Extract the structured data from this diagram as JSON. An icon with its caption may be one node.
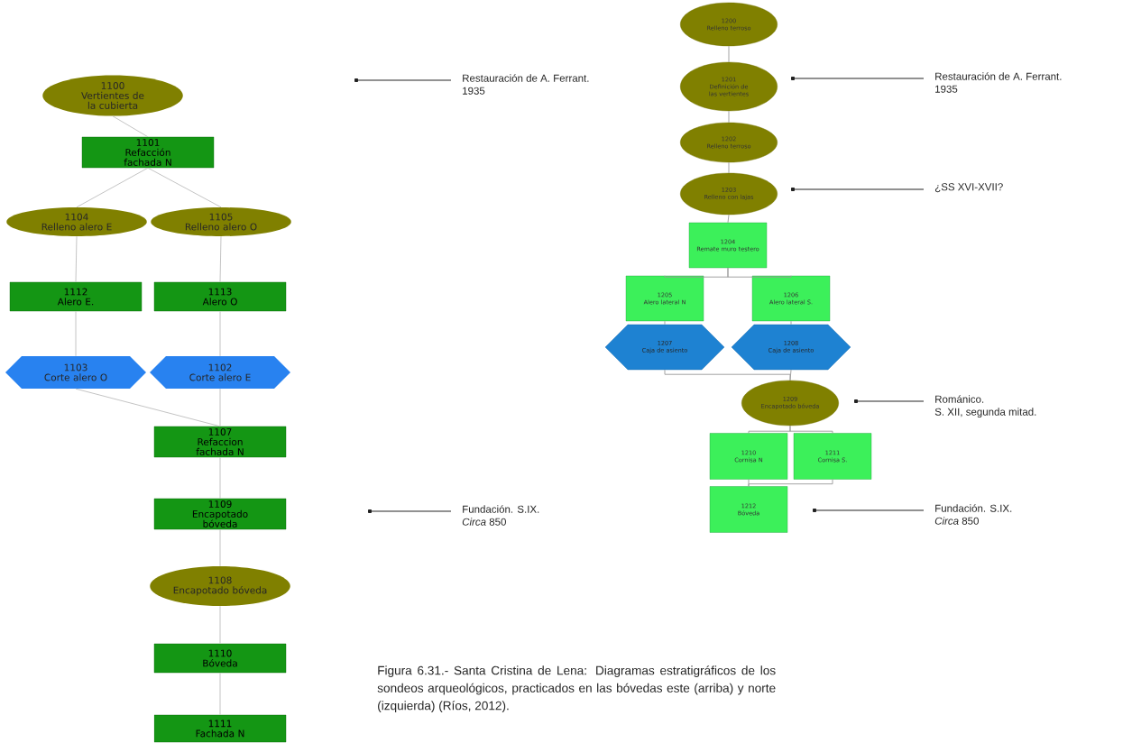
{
  "diagram": {
    "caption": "Figura 6.31.- Santa Cristina de Lena: Diagramas estratigráficos de los sondeos arqueológicos, practicados en las bóvedas este (arriba) y norte (izquierda) (Ríos, 2012).",
    "nodes": [
      {
        "text": [
          "1100",
          "Vertientes de la cubierta"
        ]
      },
      {
        "text": [
          "1101",
          "Refacción fachada N"
        ]
      },
      {
        "text": [
          "1104",
          "Relleno alero E"
        ]
      },
      {
        "text": [
          "1105",
          "Relleno alero O"
        ]
      },
      {
        "text": [
          "1112",
          "Alero E."
        ]
      },
      {
        "text": [
          "1113",
          "Alero O"
        ]
      },
      {
        "text": [
          "1103",
          "Corte alero O"
        ]
      },
      {
        "text": [
          "1102",
          "Corte alero E"
        ]
      },
      {
        "text": [
          "1107",
          "Refaccion fachada N"
        ]
      },
      {
        "text": [
          "1109",
          "Encapotado bóveda"
        ]
      },
      {
        "text": [
          "1108",
          "Encapotado bóveda"
        ]
      },
      {
        "text": [
          "1110",
          "Bóveda"
        ]
      },
      {
        "text": [
          "1111",
          "Fachada N"
        ]
      },
      {
        "text": [
          "Restauración de A. Ferrant.",
          "1935"
        ]
      },
      {
        "text": [
          "Fundación. S.IX.",
          "*Circa* 850"
        ]
      },
      {
        "text": [
          "1200",
          "Relleno terroso"
        ]
      },
      {
        "text": [
          "1201",
          "Definición de las vertientes"
        ]
      },
      {
        "text": [
          "1202",
          "Relleno terroso"
        ]
      },
      {
        "text": [
          "1203",
          "Relleno con lajas"
        ]
      },
      {
        "text": [
          "1204",
          "Remate muro testero"
        ]
      },
      {
        "text": [
          "1205",
          "Alero lateral N"
        ]
      },
      {
        "text": [
          "1206",
          "Alero lateral S."
        ]
      },
      {
        "text": [
          "1207",
          "Caja de asiento"
        ]
      },
      {
        "text": [
          "1208",
          "Caja de asiento"
        ]
      },
      {
        "text": [
          "1209",
          "Encapotado bóveda"
        ]
      },
      {
        "text": [
          "1210",
          "Cornisa N"
        ]
      },
      {
        "text": [
          "1211",
          "Cornisa S."
        ]
      },
      {
        "text": [
          "1212",
          "Bóveda"
        ]
      },
      {
        "text": [
          "Restauración de A. Ferrant.",
          "1935"
        ]
      },
      {
        "text": [
          "¿SS XVI-XVII?"
        ]
      },
      {
        "text": [
          "Románico.",
          "S. XII, segunda mitad."
        ]
      },
      {
        "text": [
          "Fundación. S.IX.",
          "*Circa* 850"
        ]
      }
    ],
    "edges": [
      {
        "from": 0,
        "to": 1,
        "arrow": "none"
      },
      {
        "from": 1,
        "to": 2,
        "arrow": "none"
      },
      {
        "from": 1,
        "to": 3,
        "arrow": "none"
      },
      {
        "from": 2,
        "to": 4,
        "arrow": "none"
      },
      {
        "from": 3,
        "to": 5,
        "arrow": "none"
      },
      {
        "from": 4,
        "to": 6,
        "arrow": "none"
      },
      {
        "from": 5,
        "to": 7,
        "arrow": "none"
      },
      {
        "from": 6,
        "to": 8,
        "arrow": "none"
      },
      {
        "from": 7,
        "to": 8,
        "arrow": "none"
      },
      {
        "from": 8,
        "to": 9,
        "arrow": "none"
      },
      {
        "from": 9,
        "to": 10,
        "arrow": "none"
      },
      {
        "from": 10,
        "to": 11,
        "arrow": "none"
      },
      {
        "from": 11,
        "to": 12,
        "arrow": "none"
      },
      {
        "from": 15,
        "to": 16,
        "arrow": "none"
      },
      {
        "from": 16,
        "to": 17,
        "arrow": "none"
      },
      {
        "from": 17,
        "to": 18,
        "arrow": "none"
      },
      {
        "from": 18,
        "to": 19,
        "arrow": "none"
      },
      {
        "from": 19,
        "to": 20,
        "arrow": "none"
      },
      {
        "from": 19,
        "to": 21,
        "arrow": "none"
      },
      {
        "from": 20,
        "to": 22,
        "arrow": "none"
      },
      {
        "from": 21,
        "to": 23,
        "arrow": "none"
      },
      {
        "from": 22,
        "to": 24,
        "arrow": "none"
      },
      {
        "from": 23,
        "to": 24,
        "arrow": "none"
      },
      {
        "from": 24,
        "to": 25,
        "arrow": "none"
      },
      {
        "from": 24,
        "to": 26,
        "arrow": "none"
      },
      {
        "from": 25,
        "to": 27,
        "arrow": "none"
      },
      {
        "from": 26,
        "to": 27,
        "arrow": "none"
      },
      {
        "from": 13,
        "to": null,
        "arrow": "other",
        "color": "#222222"
      },
      {
        "from": 14,
        "to": null,
        "arrow": "other",
        "color": "#222222"
      },
      {
        "from": 28,
        "to": null,
        "arrow": "other",
        "color": "#222222"
      },
      {
        "from": 29,
        "to": null,
        "arrow": "other",
        "color": "#222222"
      },
      {
        "from": 30,
        "to": null,
        "arrow": "other",
        "color": "#222222"
      },
      {
        "from": 31,
        "to": null,
        "arrow": "other",
        "color": "#222222"
      }
    ]
  }
}
